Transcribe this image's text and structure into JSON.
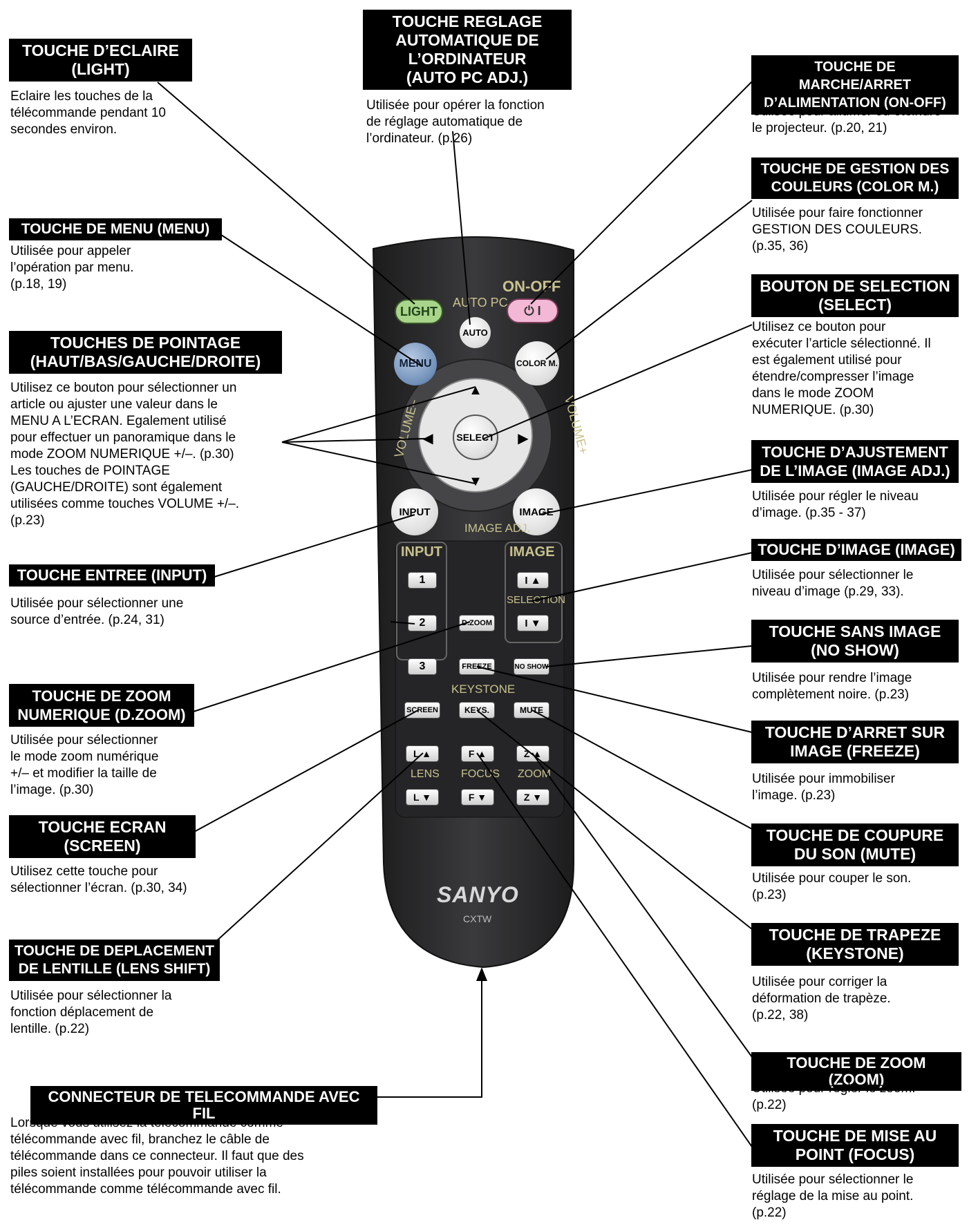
{
  "callouts": [
    {
      "title": "TOUCHE D’ECLAIRE\n(LIGHT)",
      "desc": "Eclaire les touches de la\ntélécommande pendant 10\nsecondes environ."
    },
    {
      "title": "TOUCHE REGLAGE\nAUTOMATIQUE DE\nL’ORDINATEUR\n(AUTO PC ADJ.)",
      "desc": "Utilisée pour opérer la fonction\nde réglage automatique de\nl’ordinateur. (p.26)"
    },
    {
      "title": "TOUCHE DE MARCHE/ARRET\nD’ALIMENTATION (ON-OFF)",
      "desc": "Utilisée pour allumer ou éteindre\nle projecteur. (p.20, 21)"
    },
    {
      "title": "TOUCHE DE GESTION DES\nCOULEURS (COLOR M.)",
      "desc": "Utilisée pour faire fonctionner\nGESTION DES COULEURS.\n(p.35, 36)"
    },
    {
      "title": "TOUCHE DE MENU (MENU)",
      "desc": "Utilisée pour appeler\nl’opération par menu.\n(p.18, 19)"
    },
    {
      "title": "BOUTON DE SELECTION\n(SELECT)",
      "desc": "Utilisez ce bouton pour\nexécuter l’article sélectionné. Il\nest également utilisé pour\nétendre/compresser l’image\ndans le mode ZOOM\nNUMERIQUE. (p.30)"
    },
    {
      "title": "TOUCHES DE POINTAGE\n(HAUT/BAS/GAUCHE/DROITE)",
      "desc": "Utilisez ce bouton pour sélectionner un\narticle ou ajuster une valeur dans le\nMENU A L’ECRAN. Egalement utilisé\npour effectuer un panoramique dans le\nmode ZOOM NUMERIQUE +/–. (p.30)\nLes touches de POINTAGE\n(GAUCHE/DROITE) sont également\nutilisées comme touches VOLUME +/–.\n(p.23)"
    },
    {
      "title": "TOUCHE D’AJUSTEMENT\nDE L’IMAGE (IMAGE ADJ.)",
      "desc": "Utilisée pour régler le niveau\nd’image. (p.35 - 37)"
    },
    {
      "title": "TOUCHE D’IMAGE (IMAGE)",
      "desc": "Utilisée pour sélectionner le\nniveau d’image (p.29, 33)."
    },
    {
      "title": "TOUCHE ENTREE (INPUT)",
      "desc": "Utilisée pour sélectionner une\nsource d’entrée. (p.24, 31)"
    },
    {
      "title": "TOUCHE SANS IMAGE\n(NO SHOW)",
      "desc": "Utilisée pour rendre l’image\ncomplètement noire. (p.23)"
    },
    {
      "title": "TOUCHE DE ZOOM\nNUMERIQUE (D.ZOOM)",
      "desc": "Utilisée pour sélectionner\nle mode zoom numérique\n+/– et modifier la taille de\nl’image. (p.30)"
    },
    {
      "title": "TOUCHE D’ARRET SUR\nIMAGE (FREEZE)",
      "desc": "Utilisée pour immobiliser\nl’image. (p.23)"
    },
    {
      "title": "TOUCHE ECRAN\n(SCREEN)",
      "desc": "Utilisez cette touche pour\nsélectionner l’écran. (p.30, 34)"
    },
    {
      "title": "TOUCHE DE COUPURE\nDU SON (MUTE)",
      "desc": "Utilisée pour couper le son.\n(p.23)"
    },
    {
      "title": "TOUCHE DE DEPLACEMENT\nDE LENTILLE (LENS SHIFT)",
      "desc": "Utilisée pour sélectionner la\nfonction déplacement de\nlentille. (p.22)"
    },
    {
      "title": "TOUCHE DE TRAPEZE\n(KEYSTONE)",
      "desc": "Utilisée pour corriger la\ndéformation de trapèze.\n(p.22, 38)"
    },
    {
      "title": "TOUCHE DE ZOOM (ZOOM)",
      "desc": "Utilisée pour régler le zoom.\n(p.22)"
    },
    {
      "title": "CONNECTEUR DE TELECOMMANDE AVEC FIL",
      "desc": "Lorsque vous utilisez la télécommande comme\ntélécommande avec fil, branchez le câble de\ntélécommande dans ce connecteur. Il faut que des\npiles soient installées pour pouvoir utiliser la\ntélécommande comme télécommande avec fil."
    },
    {
      "title": "TOUCHE DE MISE AU\nPOINT (FOCUS)",
      "desc": "Utilisée pour sélectionner le\nréglage de la mise au point.\n(p.22)"
    }
  ],
  "remote": {
    "brand": "SANYO",
    "model": "CXTW",
    "on_off_label": "ON-OFF",
    "auto_pc_label": "AUTO PC",
    "image_adj_label": "IMAGE ADJ.",
    "volume_minus_label": "VOLUME–",
    "volume_plus_label": "VOLUME+",
    "input_header": "INPUT",
    "image_header": "IMAGE",
    "selection_label": "SELECTION",
    "keystone_label": "KEYSTONE",
    "lens_label": "LENS",
    "focus_label": "FOCUS",
    "zoom_label": "ZOOM",
    "buttons": {
      "light": "LIGHT",
      "auto": "AUTO",
      "power": "⏻ I",
      "menu": "MENU",
      "color_m": "COLOR M.",
      "select": "SELECT",
      "input": "INPUT",
      "image": "IMAGE",
      "input_1": "1",
      "input_2": "2",
      "input_3": "3",
      "d_zoom": "D.ZOOM",
      "image_up": "I ▲",
      "image_down": "I ▼",
      "freeze": "FREEZE",
      "no_show": "NO SHOW",
      "screen": "SCREEN",
      "keys": "KEYS.",
      "mute": "MUTE",
      "lens_up": "L ▲",
      "lens_down": "L ▼",
      "focus_up": "F ▲",
      "focus_down": "F ▼",
      "zoom_up": "Z ▲",
      "zoom_down": "Z ▼"
    }
  },
  "colors": {
    "light_button": "#a8d58a",
    "power_button": "#f3b8d6",
    "menu_button": "#6f8fb8",
    "remote_body": "#2b2b2d",
    "remote_label": "#c9c28f"
  }
}
